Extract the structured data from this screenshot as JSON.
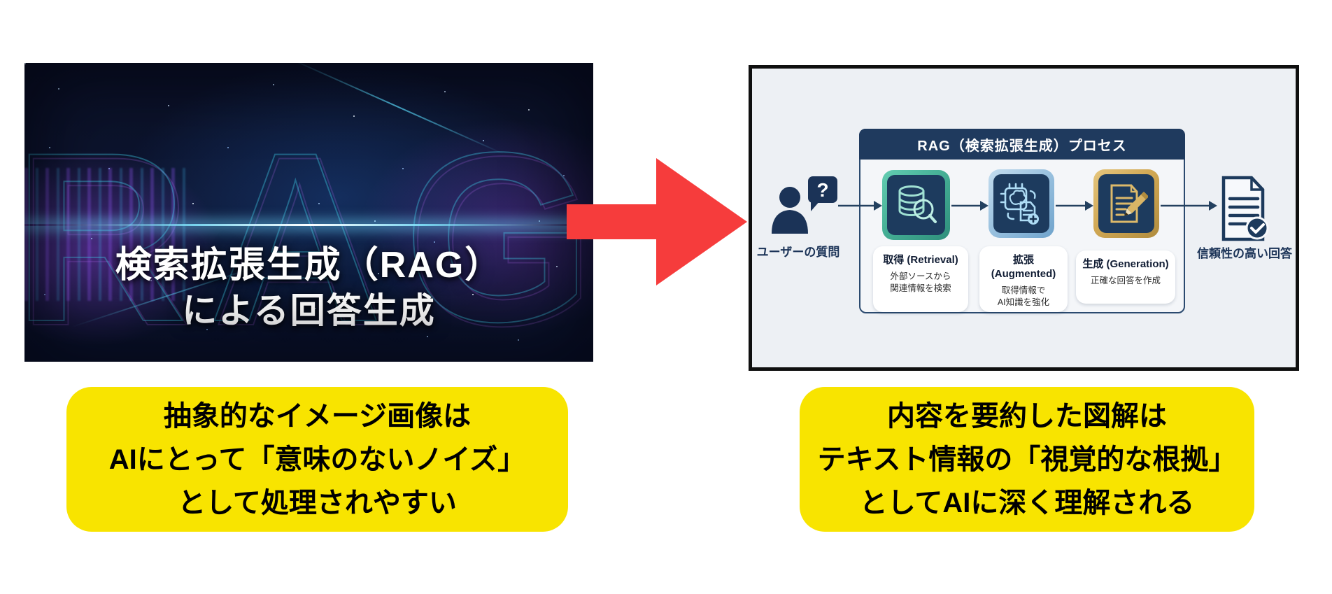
{
  "colors": {
    "caption_bg": "#F8E400",
    "arrow_red": "#F63C3C",
    "navy": "#1F3A5E",
    "teal_accent": "#3AA48E",
    "blue_accent": "#8DB9DC",
    "gold_accent": "#C9A24A",
    "panel_bg": "#EDF0F4"
  },
  "left_panel": {
    "wireframe_text": "RAG",
    "title_line1": "検索拡張生成（RAG）",
    "title_line2": "による回答生成"
  },
  "right_panel": {
    "process_title": "RAG（検索拡張生成）プロセス",
    "user": {
      "bubble_mark": "?",
      "label": "ユーザーの質問"
    },
    "steps": [
      {
        "title": "取得 (Retrieval)",
        "desc1": "外部ソースから",
        "desc2": "関連情報を検索"
      },
      {
        "title": "拡張 (Augmented)",
        "desc1": "取得情報で",
        "desc2": "AI知識を強化"
      },
      {
        "title": "生成 (Generation)",
        "desc1": "正確な回答を作成"
      }
    ],
    "output_label": "信頼性の高い回答"
  },
  "captions": {
    "left": {
      "line1": "抽象的なイメージ画像は",
      "line2": "AIにとって「意味のないノイズ」",
      "line3": "として処理されやすい"
    },
    "right": {
      "line1": "内容を要約した図解は",
      "line2": "テキスト情報の「視覚的な根拠」",
      "line3": "としてAIに深く理解される"
    }
  }
}
